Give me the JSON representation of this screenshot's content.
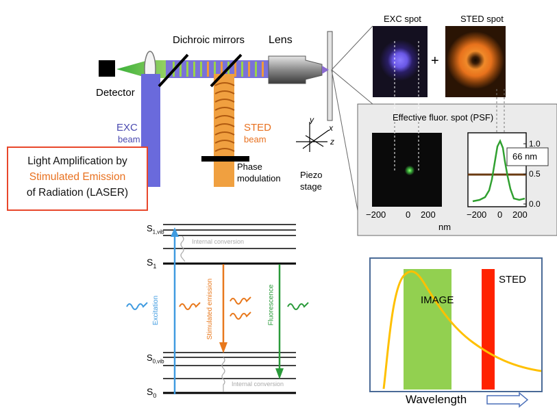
{
  "optics": {
    "detector": "Detector",
    "dichroic_mirrors": "Dichroic mirrors",
    "lens": "Lens",
    "exc_beam_line1": "EXC",
    "exc_beam_line2": "beam",
    "sted_beam_line1": "STED",
    "sted_beam_line2": "beam",
    "phase_line1": "Phase",
    "phase_line2": "modulation",
    "piezo_line1": "Piezo",
    "piezo_line2": "stage",
    "axis_x": "x",
    "axis_y": "y",
    "axis_z": "z"
  },
  "spots": {
    "exc_title": "EXC spot",
    "sted_title": "STED spot",
    "plus": "+"
  },
  "psf": {
    "title": "Effective fluor. spot (PSF)",
    "ticks_left": [
      "−200",
      "0",
      "200"
    ],
    "ticks_right": [
      "−200",
      "0",
      "200"
    ],
    "y_ticks": [
      "1.0",
      "0.5",
      "0.0"
    ],
    "unit": "nm",
    "fwhm_label": "66 nm"
  },
  "laser_box": {
    "line1": "Light Amplification by",
    "line2": "Stimulated Emission",
    "line3": "of Radiation (LASER)"
  },
  "jablonski": {
    "s1vib": "S",
    "s1vib_sub": "1,vib",
    "s1": "S",
    "s1_sub": "1",
    "s0vib": "S",
    "s0vib_sub": "0,vib",
    "s0": "S",
    "s0_sub": "0",
    "internal_conversion_top": "Internal conversion",
    "internal_conversion_bottom": "Internal conversion",
    "excitation": "Excitation",
    "stimulated_emission": "Stimulated emission",
    "fluorescence": "Fluorescence"
  },
  "spectrum": {
    "image_label": "IMAGE",
    "sted_label": "STED",
    "wavelength_label": "Wavelength"
  },
  "colors": {
    "exc_blue": "#6a6adc",
    "sted_orange": "#f08a2a",
    "fluor_green": "#6cc04a",
    "laser_red": "#ff2200",
    "box_border": "#e8462a"
  }
}
